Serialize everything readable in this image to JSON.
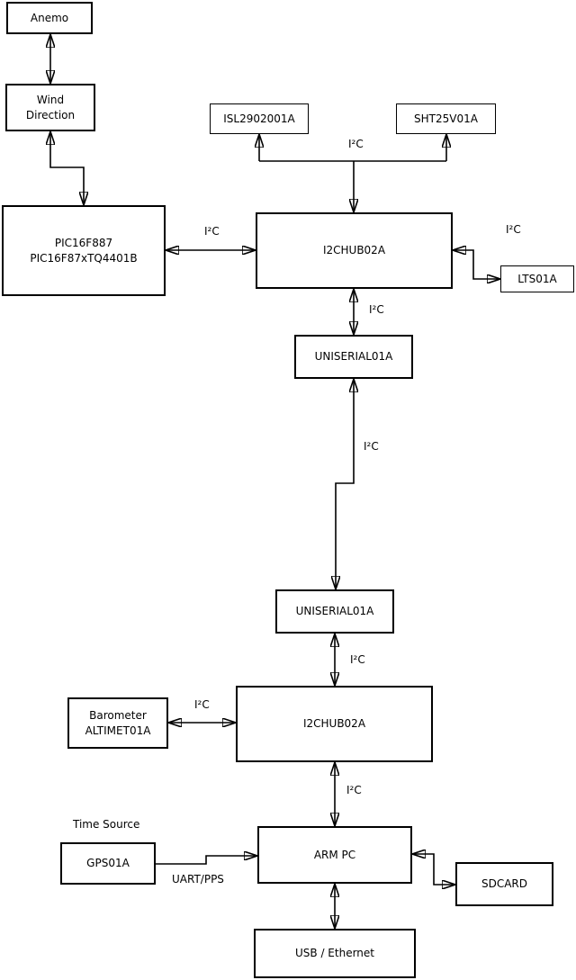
{
  "diagram": {
    "background": "#ffffff",
    "stroke_color": "#000000",
    "nodes": {
      "anemo": {
        "label": "Anemo"
      },
      "wind_direction": {
        "lines": [
          "Wind",
          "Direction"
        ]
      },
      "pic": {
        "lines": [
          "PIC16F887",
          "PIC16F87xTQ4401B"
        ]
      },
      "isl": {
        "label": "ISL2902001A"
      },
      "sht": {
        "label": "SHT25V01A"
      },
      "i2chub_top": {
        "label": "I2CHUB02A"
      },
      "lts": {
        "label": "LTS01A"
      },
      "uniserial_top": {
        "label": "UNISERIAL01A"
      },
      "uniserial_bottom": {
        "label": "UNISERIAL01A"
      },
      "i2chub_bottom": {
        "label": "I2CHUB02A"
      },
      "barometer": {
        "lines": [
          "Barometer",
          "ALTIMET01A"
        ]
      },
      "gps": {
        "label": "GPS01A"
      },
      "armpc": {
        "label": "ARM PC"
      },
      "sdcard": {
        "label": "SDCARD"
      },
      "usb_ethernet": {
        "label": "USB / Ethernet"
      }
    },
    "edge_labels": {
      "pic_hub": "I²C",
      "sensors_bus": "I²C",
      "lts_bus": "I²C",
      "hub_serial": "I²C",
      "serial_link": "I²C",
      "serial_hub2": "I²C",
      "barometer_bus": "I²C",
      "hub2_arm": "I²C",
      "time_source": "Time Source",
      "uart_pps": "UART/PPS"
    },
    "edges": [
      {
        "from": "anemo",
        "to": "wind_direction",
        "type": "bidirectional",
        "label": ""
      },
      {
        "from": "wind_direction",
        "to": "pic",
        "type": "bidirectional",
        "label": ""
      },
      {
        "from": "pic",
        "to": "i2chub_top",
        "type": "bidirectional",
        "label": "I²C"
      },
      {
        "from": "i2chub_top",
        "to": "isl",
        "type": "bus-bidirectional",
        "label": "I²C"
      },
      {
        "from": "i2chub_top",
        "to": "sht",
        "type": "bus-bidirectional",
        "label": "I²C"
      },
      {
        "from": "i2chub_top",
        "to": "lts",
        "type": "bidirectional",
        "label": "I²C"
      },
      {
        "from": "i2chub_top",
        "to": "uniserial_top",
        "type": "bidirectional",
        "label": "I²C"
      },
      {
        "from": "uniserial_top",
        "to": "uniserial_bottom",
        "type": "bidirectional",
        "label": "I²C"
      },
      {
        "from": "uniserial_bottom",
        "to": "i2chub_bottom",
        "type": "bidirectional",
        "label": "I²C"
      },
      {
        "from": "barometer",
        "to": "i2chub_bottom",
        "type": "bidirectional",
        "label": "I²C"
      },
      {
        "from": "i2chub_bottom",
        "to": "armpc",
        "type": "bidirectional",
        "label": "I²C"
      },
      {
        "from": "gps",
        "to": "armpc",
        "type": "directed",
        "label": "UART/PPS"
      },
      {
        "from": "armpc",
        "to": "sdcard",
        "type": "bidirectional",
        "label": ""
      },
      {
        "from": "armpc",
        "to": "usb_ethernet",
        "type": "bidirectional",
        "label": ""
      }
    ]
  }
}
